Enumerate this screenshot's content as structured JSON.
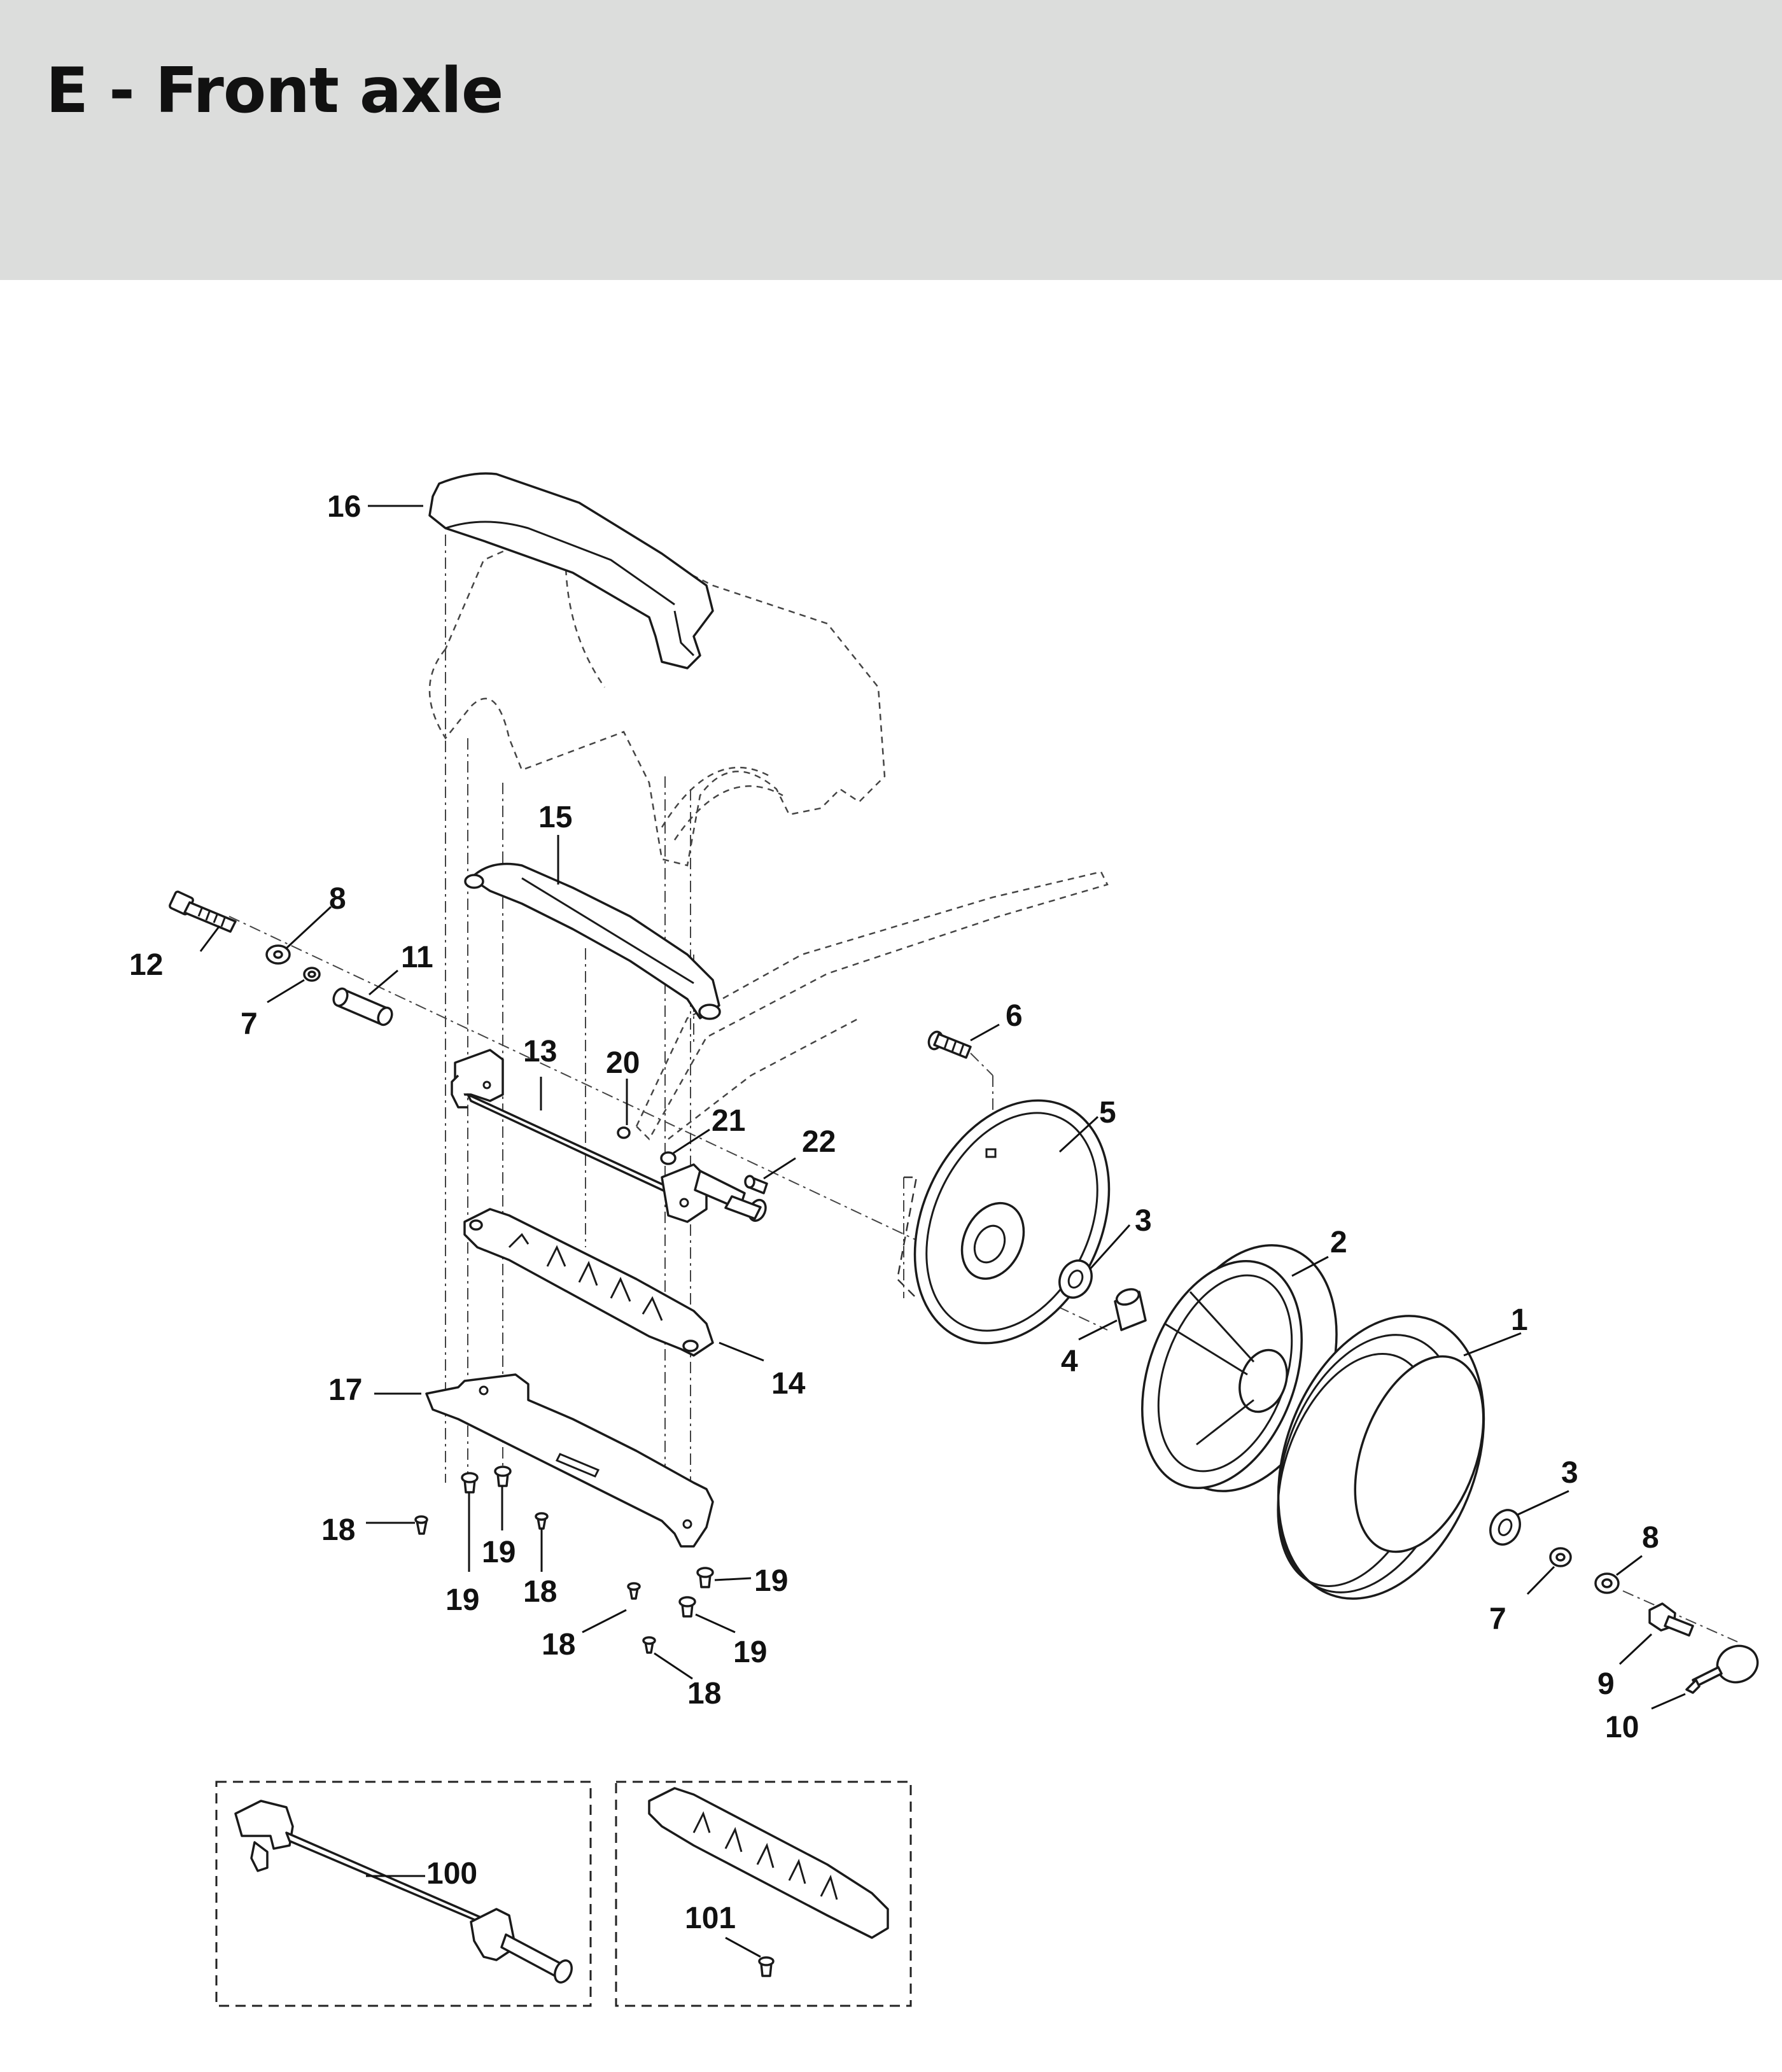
{
  "header": {
    "title": "E - Front axle"
  },
  "colors": {
    "header_bg": "#dcdddc",
    "ink": "#111111"
  },
  "labels": {
    "p1": "1",
    "p2": "2",
    "p3a": "3",
    "p3b": "3",
    "p4": "4",
    "p5": "5",
    "p6": "6",
    "p7a": "7",
    "p7b": "7",
    "p8a": "8",
    "p8b": "8",
    "p9": "9",
    "p10": "10",
    "p11": "11",
    "p12": "12",
    "p13": "13",
    "p14": "14",
    "p15": "15",
    "p16": "16",
    "p17": "17",
    "p18a": "18",
    "p18b": "18",
    "p18c": "18",
    "p18d": "18",
    "p19a": "19",
    "p19b": "19",
    "p19c": "19",
    "p19d": "19",
    "p20": "20",
    "p21": "21",
    "p22": "22",
    "p100": "100",
    "p101": "101"
  }
}
